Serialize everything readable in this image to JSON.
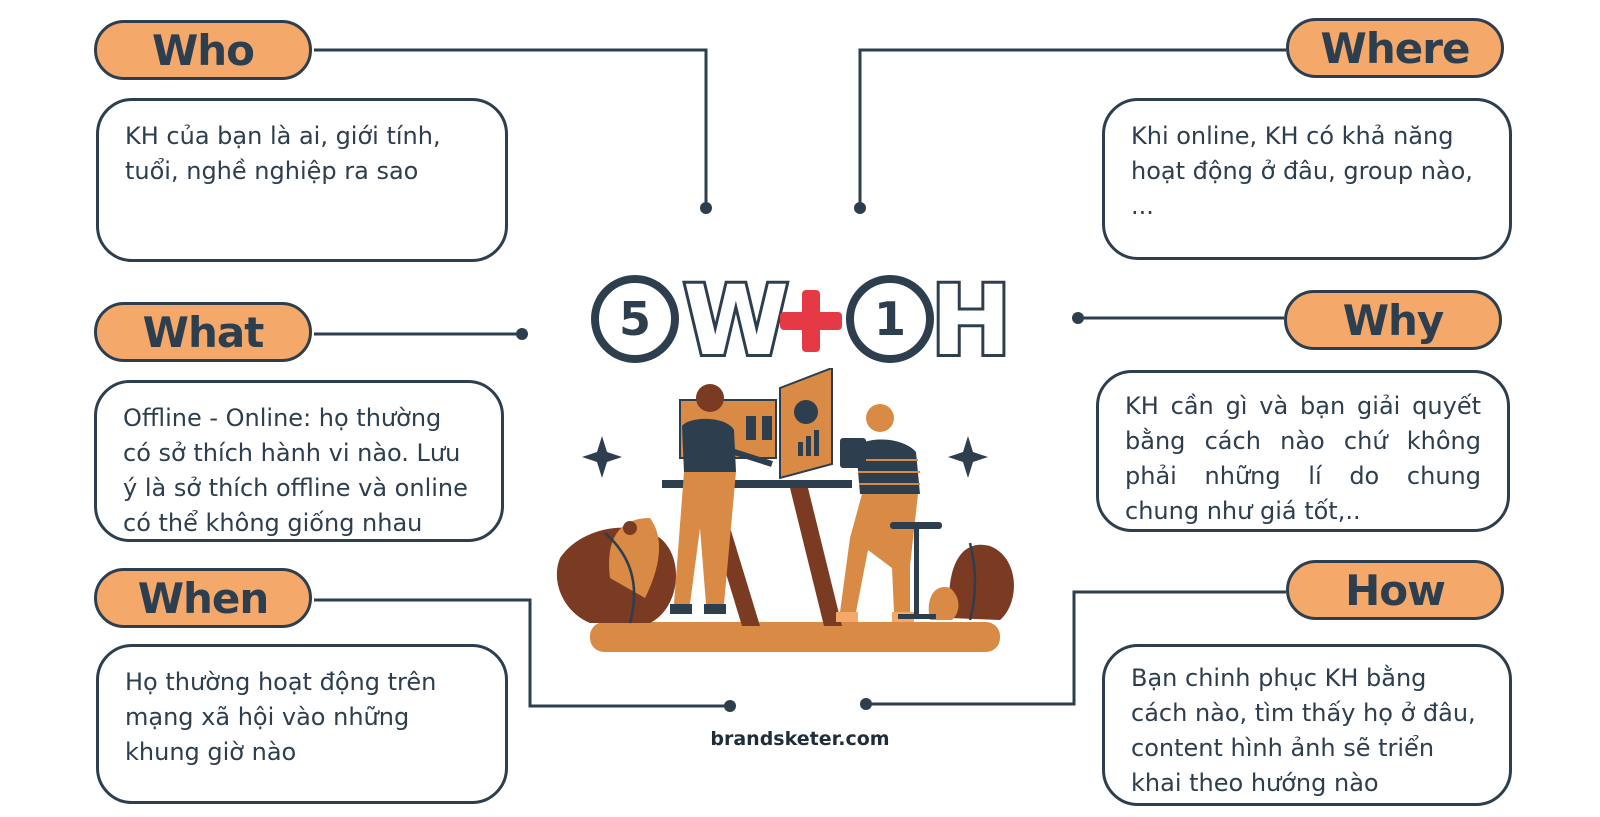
{
  "sections": {
    "who": {
      "label": "Who",
      "text": "KH của bạn là ai, giới tính, tuổi, nghề nghiệp ra sao"
    },
    "where": {
      "label": "Where",
      "text": "Khi online, KH có khả năng hoạt động ở đâu, group nào, ..."
    },
    "what": {
      "label": "What",
      "text": "Offline - Online: họ thường có sở thích hành vi nào. Lưu ý là sở thích offline và online có thể không giống nhau"
    },
    "why": {
      "label": "Why",
      "text": "KH cần gì và bạn giải quyết bằng cách nào chứ không phải những lí do chung chung như giá tốt,.."
    },
    "when": {
      "label": "When",
      "text": "Họ thường hoạt động trên mạng xã hội vào những khung giờ nào"
    },
    "how": {
      "label": "How",
      "text": "Bạn chinh phục KH bằng cách nào, tìm thấy họ ở đâu, content hình ảnh sẽ triển khai theo hướng nào"
    }
  },
  "title": {
    "n1": "5",
    "w": "W",
    "plus": "+",
    "n2": "1",
    "h": "H"
  },
  "footer": "brandsketer.com",
  "colors": {
    "navy": "#2d3e4e",
    "orange": "#f4a86a",
    "accent_red": "#e63946",
    "brown": "#7a3b22",
    "dark_orange": "#d98a45"
  },
  "illustration": "two-people-working-at-standing-desk"
}
